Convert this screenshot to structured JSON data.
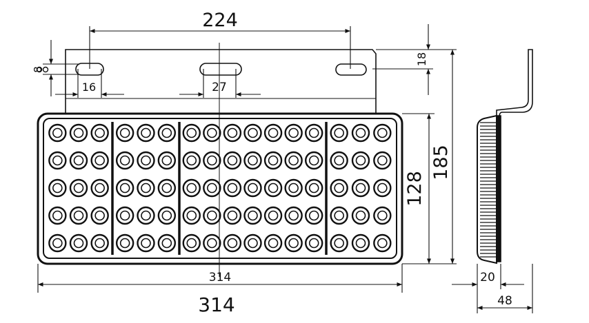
{
  "dimensions": {
    "bracket_hole_spacing": "224",
    "bracket_height": "18",
    "hole_diameter": "8",
    "slot_width_left": "16",
    "slot_width_center": "27",
    "body_height": "128",
    "total_height": "185",
    "body_width_inner": "314",
    "total_width": "314",
    "side_depth_lens": "20",
    "side_depth_total": "48"
  },
  "led_grid": {
    "rows": 5,
    "sections": [
      3,
      3,
      7,
      3
    ]
  },
  "colors": {
    "line": "#111111",
    "background": "#ffffff"
  }
}
